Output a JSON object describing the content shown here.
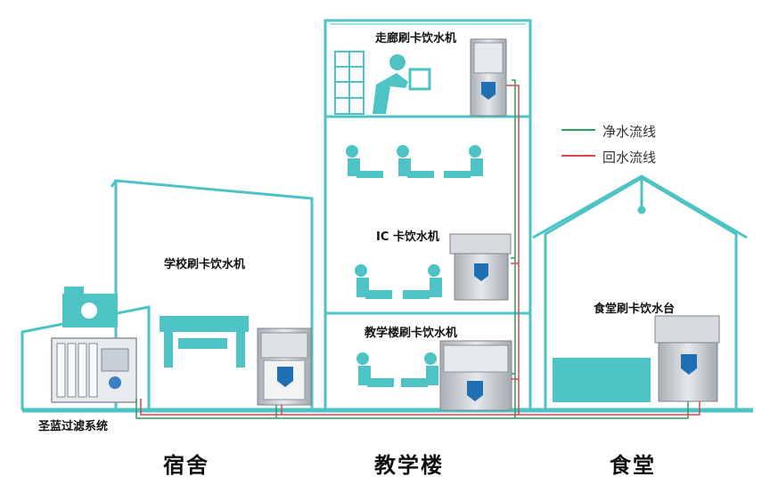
{
  "labels": {
    "corridor_machine": "走廊刷卡饮水机",
    "ic_machine": "IC 卡饮水机",
    "teaching_machine": "教学楼刷卡饮水机",
    "school_machine": "学校刷卡饮水机",
    "canteen_machine": "食堂刷卡饮水台",
    "filter_system": "圣蓝过滤系统"
  },
  "legend": {
    "pure_water": "净水流线",
    "return_water": "回水流线"
  },
  "buildings": {
    "dormitory": "宿舍",
    "teaching": "教学楼",
    "canteen": "食堂"
  },
  "colors": {
    "structure": "#4dc3c6",
    "pure_line": "#2e9e5b",
    "return_line": "#d9434b",
    "machine_body": "#c9cdd2",
    "badge": "#1f6fb5"
  },
  "icons": [
    "school-building-outline",
    "drinking-person-icon",
    "classroom-student-icon",
    "water-dispenser-icon",
    "filter-system-icon",
    "canteen-table-icon"
  ]
}
